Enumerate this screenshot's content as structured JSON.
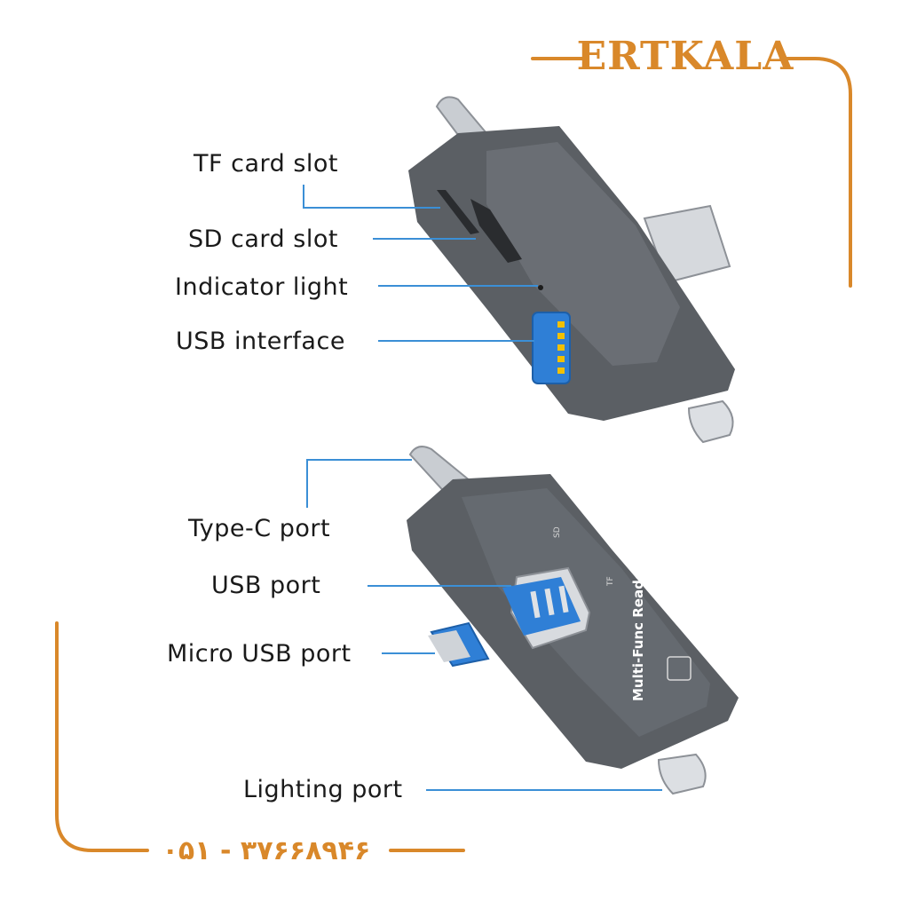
{
  "brand": {
    "name": "ERTKALA",
    "color": "#d9882a"
  },
  "phone": "۰۵۱ - ۳۷۶۶۸۹۴۶",
  "labels": {
    "tf_card_slot": "TF card slot",
    "sd_card_slot": "SD card slot",
    "indicator_light": "Indicator light",
    "usb_interface": "USB interface",
    "type_c_port": "Type-C port",
    "usb_port": "USB port",
    "micro_usb_port": "Micro USB port",
    "lighting_port": "Lighting port"
  },
  "device": {
    "print_text": "Multi-Func Reader",
    "slot_tf": "TF",
    "slot_sd": "SD"
  },
  "colors": {
    "callout_line": "#3b8fd6",
    "frame_line": "#d9882a",
    "device_body": "#5b5f64",
    "usb_blue": "#2f7fd6",
    "usb_pins": "#f2c000"
  }
}
